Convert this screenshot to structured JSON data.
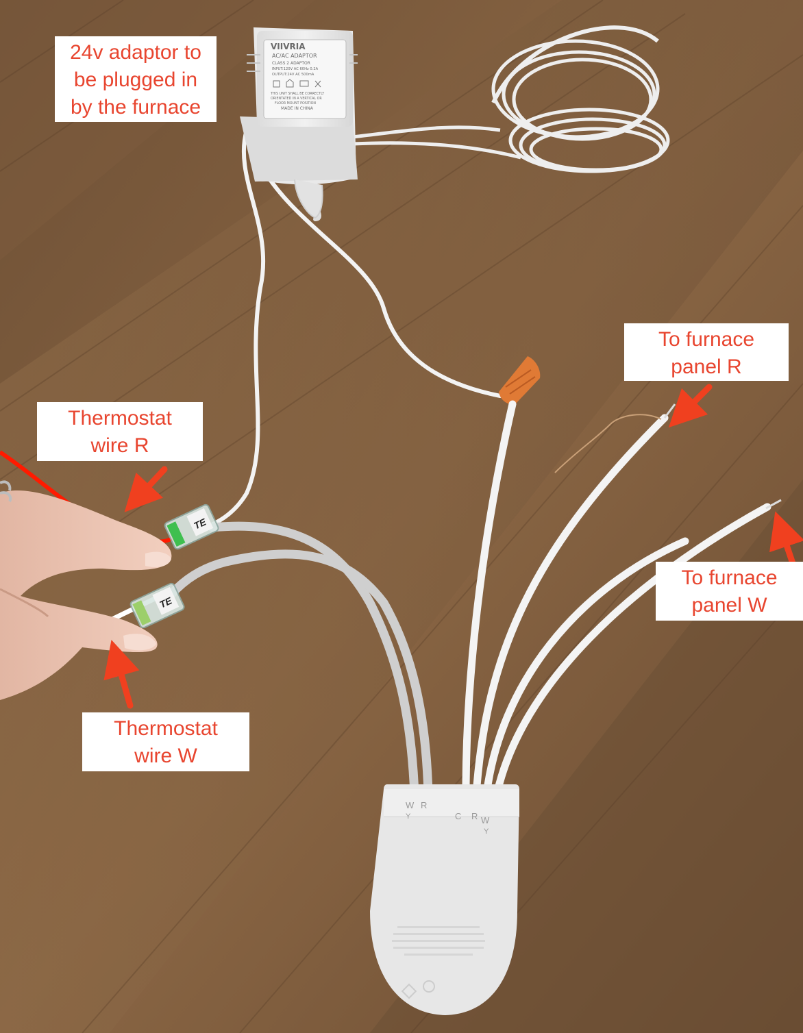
{
  "labels": {
    "adaptor": [
      "24v adaptor to",
      "be plugged in",
      "by the furnace"
    ],
    "thermostat_r": [
      "Thermostat",
      "wire R"
    ],
    "thermostat_w": [
      "Thermostat",
      "wire W"
    ],
    "furnace_r": [
      "To furnace",
      "panel R"
    ],
    "furnace_w": [
      "To furnace",
      "panel W"
    ]
  },
  "adaptor_print": {
    "brand": "VIIVRIA",
    "line1": "AC/AC ADAPTOR",
    "line2": "CLASS 2 ADAPTOR",
    "line3": "INPUT:120V AC 60Hz 0.2A",
    "line4": "OUTPUT:24V AC 500mA",
    "line5": "THIS UNIT SHALL BE CORRECTLY",
    "line6": "ORIENTATED IN A VERTICAL OR",
    "line7": "FLOOR MOUNT POSITION",
    "line8": "MADE IN CHINA"
  },
  "connector_print": "TE",
  "module_terminals": {
    "w": "W",
    "r": "R",
    "y1": "Y",
    "c": "C",
    "r2": "R",
    "w2": "W",
    "y2": "Y"
  },
  "colors": {
    "label_text": "#e8452f",
    "arrow": "#f0401f",
    "thermostat_r_wire": "#ff1a00",
    "wood": "#7a5a3c"
  }
}
